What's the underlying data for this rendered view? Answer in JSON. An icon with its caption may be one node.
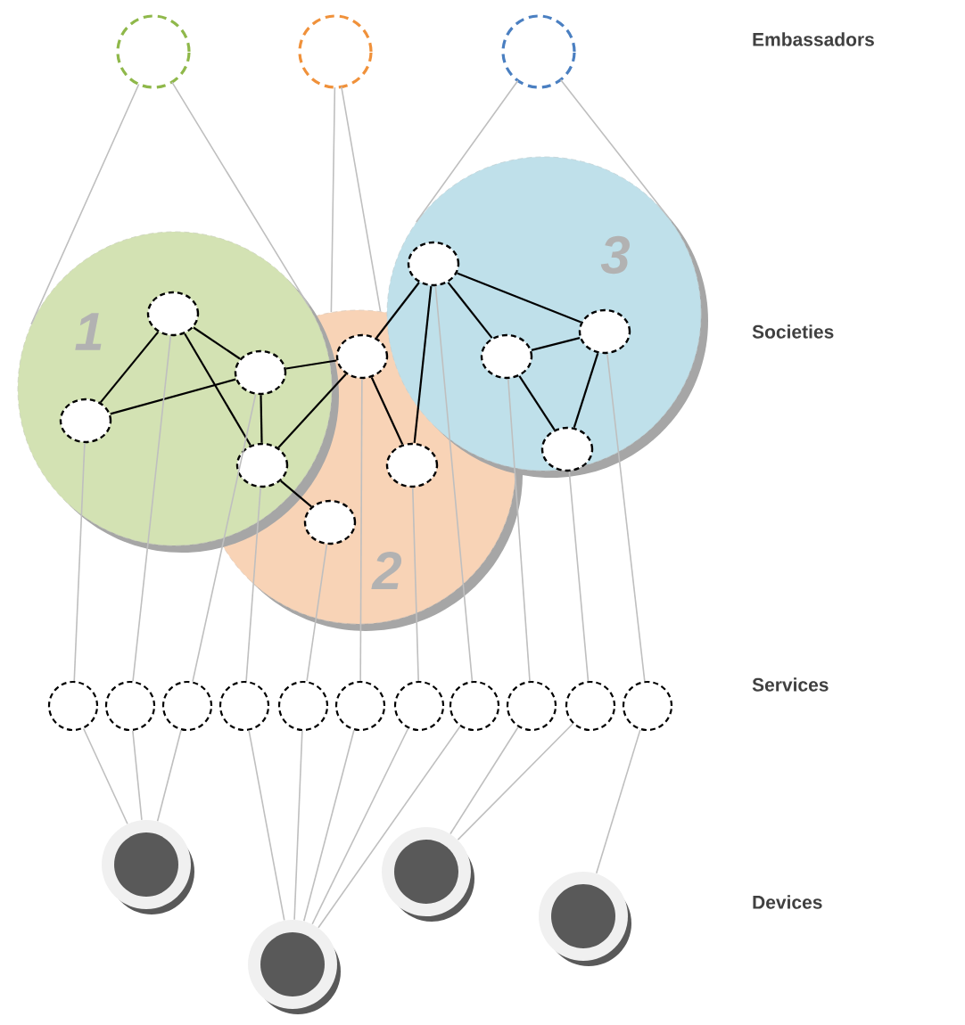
{
  "diagram": {
    "nodes": [
      {
        "text": [],
        "shape": "circle"
      },
      {
        "text": [],
        "shape": "circle"
      },
      {
        "text": [],
        "shape": "circle"
      },
      {
        "text": [
          "1"
        ]
      },
      {
        "text": [
          "2"
        ]
      },
      {
        "text": [
          "3"
        ]
      },
      {
        "text": [],
        "shape": "circle",
        "in": 3
      },
      {
        "text": [],
        "shape": "circle"
      },
      {
        "text": [],
        "shape": "circle",
        "in": 3
      },
      {
        "text": [],
        "shape": "circle"
      },
      {
        "text": [],
        "shape": "circle",
        "in": 4
      },
      {
        "text": [],
        "shape": "circle",
        "in": 4
      },
      {
        "text": [],
        "shape": "circle",
        "in": 4
      },
      {
        "text": [],
        "shape": "circle",
        "in": 5
      },
      {
        "text": [],
        "shape": "circle",
        "in": 5
      },
      {
        "text": [],
        "shape": "circle",
        "in": 5
      },
      {
        "text": [],
        "shape": "circle",
        "in": 5
      },
      {
        "text": [],
        "shape": "circle"
      },
      {
        "text": [],
        "shape": "circle"
      },
      {
        "text": [],
        "shape": "circle"
      },
      {
        "text": [],
        "shape": "circle"
      },
      {
        "text": [],
        "shape": "circle"
      },
      {
        "text": [],
        "shape": "circle"
      },
      {
        "text": [],
        "shape": "circle"
      },
      {
        "text": [],
        "shape": "circle"
      },
      {
        "text": [],
        "shape": "circle"
      },
      {
        "text": [],
        "shape": "circle"
      },
      {
        "text": [],
        "shape": "circle"
      },
      {
        "text": [],
        "shape": "circle"
      },
      {
        "text": [],
        "shape": "circle"
      },
      {
        "text": [],
        "shape": "circle"
      },
      {
        "text": [],
        "shape": "circle"
      }
    ],
    "edges": [
      {
        "from": 0,
        "to": 3,
        "arrow": "none"
      },
      {
        "from": 1,
        "to": 4,
        "arrow": "none"
      },
      {
        "from": 2,
        "to": 5,
        "arrow": "none"
      },
      {
        "from": 6,
        "to": 7,
        "arrow": "none",
        "color": "#000000"
      },
      {
        "from": 6,
        "to": 8,
        "arrow": "none",
        "color": "#000000"
      },
      {
        "from": 6,
        "to": 9,
        "arrow": "none",
        "color": "#000000"
      },
      {
        "from": 8,
        "to": 7,
        "arrow": "none",
        "color": "#000000"
      },
      {
        "from": 7,
        "to": 9,
        "arrow": "none",
        "color": "#000000"
      },
      {
        "from": 7,
        "to": 10,
        "arrow": "none",
        "color": "#000000"
      },
      {
        "from": 9,
        "to": 10,
        "arrow": "none",
        "color": "#000000"
      },
      {
        "from": 9,
        "to": 11,
        "arrow": "none",
        "color": "#000000"
      },
      {
        "from": 10,
        "to": 13,
        "arrow": "none",
        "color": "#000000"
      },
      {
        "from": 10,
        "to": 12,
        "arrow": "none",
        "color": "#000000"
      },
      {
        "from": 13,
        "to": 12,
        "arrow": "none",
        "color": "#000000"
      },
      {
        "from": 13,
        "to": 14,
        "arrow": "none",
        "color": "#000000"
      },
      {
        "from": 13,
        "to": 15,
        "arrow": "none",
        "color": "#000000"
      },
      {
        "from": 14,
        "to": 15,
        "arrow": "none",
        "color": "#000000"
      },
      {
        "from": 14,
        "to": 16,
        "arrow": "none",
        "color": "#000000"
      },
      {
        "from": 15,
        "to": 16,
        "arrow": "none",
        "color": "#000000"
      },
      {
        "from": 8,
        "to": 17,
        "arrow": "none"
      },
      {
        "from": 6,
        "to": 18,
        "arrow": "none"
      },
      {
        "from": 7,
        "to": 19,
        "arrow": "none"
      },
      {
        "from": 9,
        "to": 20,
        "arrow": "none"
      },
      {
        "from": 11,
        "to": 21,
        "arrow": "none"
      },
      {
        "from": 10,
        "to": 22,
        "arrow": "none"
      },
      {
        "from": 12,
        "to": 23,
        "arrow": "none"
      },
      {
        "from": 13,
        "to": 24,
        "arrow": "none"
      },
      {
        "from": 14,
        "to": 25,
        "arrow": "none"
      },
      {
        "from": 16,
        "to": 26,
        "arrow": "none"
      },
      {
        "from": 15,
        "to": 27,
        "arrow": "none"
      },
      {
        "from": 17,
        "to": 28,
        "arrow": "none"
      },
      {
        "from": 18,
        "to": 28,
        "arrow": "none"
      },
      {
        "from": 19,
        "to": 28,
        "arrow": "none"
      },
      {
        "from": 20,
        "to": 29,
        "arrow": "none"
      },
      {
        "from": 21,
        "to": 29,
        "arrow": "none"
      },
      {
        "from": 22,
        "to": 29,
        "arrow": "none"
      },
      {
        "from": 23,
        "to": 29,
        "arrow": "none"
      },
      {
        "from": 24,
        "to": 29,
        "arrow": "none"
      },
      {
        "from": 25,
        "to": 30,
        "arrow": "none"
      },
      {
        "from": 26,
        "to": 30,
        "arrow": "none"
      },
      {
        "from": 27,
        "to": 31,
        "arrow": "none"
      }
    ],
    "labels": [
      "Embassadors",
      "Societies",
      "Services",
      "Devices"
    ]
  }
}
